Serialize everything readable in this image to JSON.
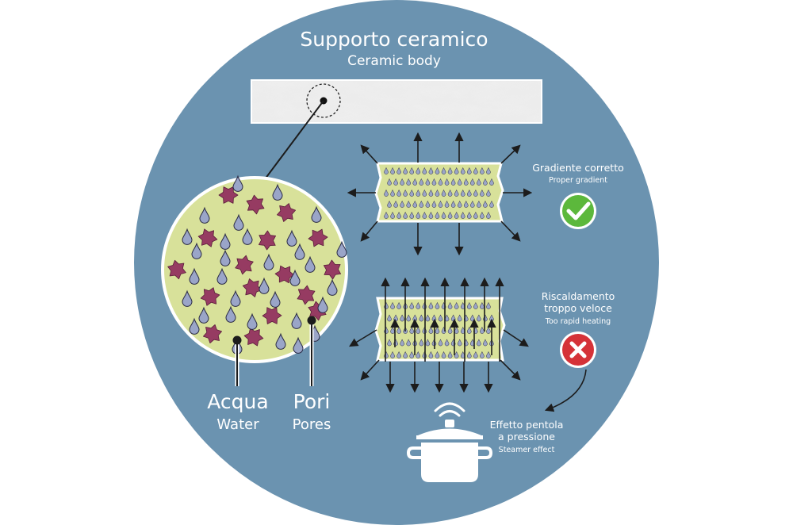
{
  "title": {
    "main": "Supporto ceramico",
    "sub": "Ceramic body"
  },
  "legend": {
    "water_main": "Acqua",
    "water_sub": "Water",
    "pores_main": "Pori",
    "pores_sub": "Pores"
  },
  "proper": {
    "main": "Gradiente corretto",
    "sub": "Proper gradient",
    "icon": "check-icon"
  },
  "rapid": {
    "line1": "Riscaldamento",
    "line2": "troppo veloce",
    "sub": "Too rapid heating",
    "icon": "cross-icon"
  },
  "steamer": {
    "line1": "Effetto pentola",
    "line2": "a pressione",
    "sub": "Steamer effect",
    "icon": "pressure-pot-icon"
  },
  "colors": {
    "disc": "#6b93b0",
    "ceramic": "#d8e19a",
    "water_drop": "#9aa5c8",
    "pore": "#963b62",
    "check": "#5cb83c",
    "cross": "#d53238"
  }
}
